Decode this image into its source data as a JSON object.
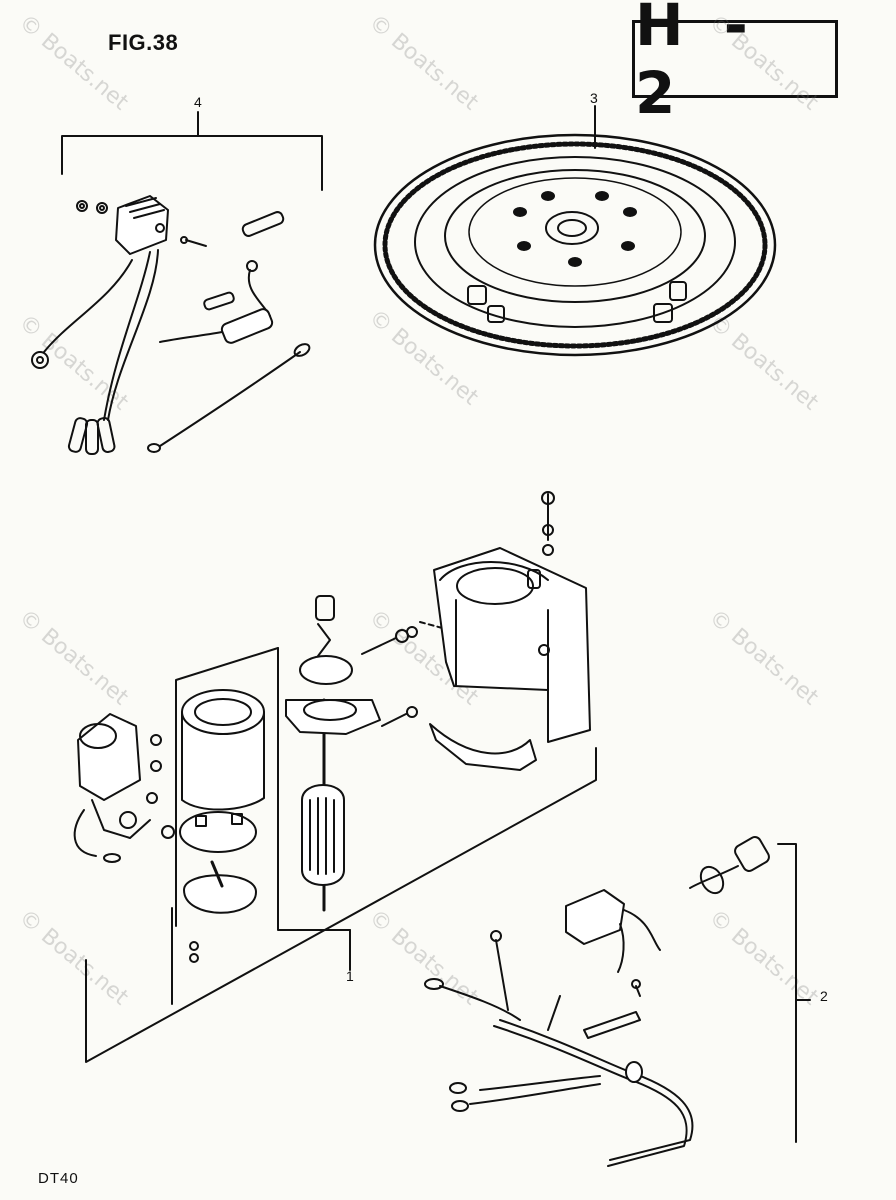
{
  "figure": {
    "title": "FIG.38",
    "code": "H - 2",
    "model": "DT40"
  },
  "callouts": [
    "1",
    "2",
    "3",
    "4"
  ],
  "watermark": "© Boats.net"
}
